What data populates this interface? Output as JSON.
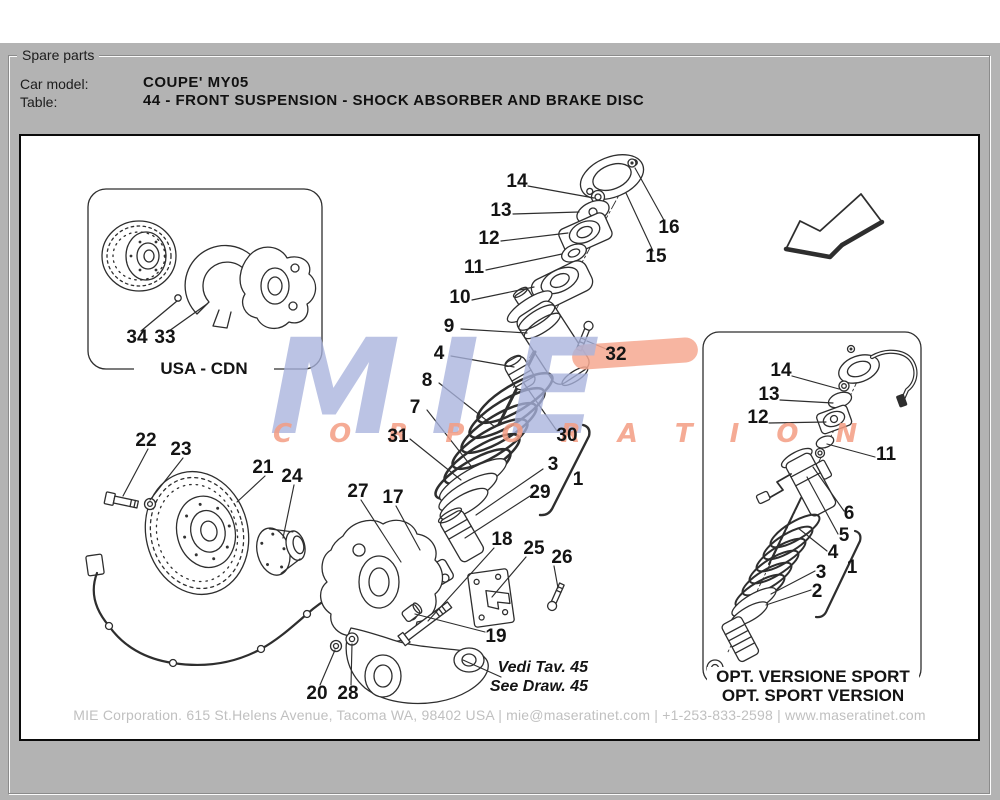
{
  "window": {
    "group_label": "Spare parts"
  },
  "header": {
    "car_model_label": "Car model:",
    "car_model_value": "COUPE' MY05",
    "table_label": "Table:",
    "table_value": "44 - FRONT SUSPENSION - SHOCK ABSORBER AND BRAKE DISC"
  },
  "diagram": {
    "usa_inset": {
      "caption": "USA - CDN"
    },
    "sport_inset": {
      "title_it": "OPT. VERSIONE SPORT",
      "title_en": "OPT. SPORT VERSION"
    },
    "reference": {
      "line1": "Vedi Tav. 45",
      "line2": "See Draw. 45"
    },
    "watermark": {
      "line1": "MIE",
      "line2": "C O R P O R A T I O N",
      "blue": "#a8b2dc",
      "salmon": "#f4a38c"
    },
    "callouts": {
      "m14": "14",
      "m13": "13",
      "m12": "12",
      "m11": "11",
      "m10": "10",
      "m9": "9",
      "m16": "16",
      "m15": "15",
      "m32": "32",
      "m4": "4",
      "m8": "8",
      "m7": "7",
      "m31": "31",
      "m30": "30",
      "m3": "3",
      "m29": "29",
      "m1": "1",
      "m22": "22",
      "m23": "23",
      "m21": "21",
      "m24": "24",
      "m27": "27",
      "m17": "17",
      "m18": "18",
      "m25": "25",
      "m26": "26",
      "m19": "19",
      "m20": "20",
      "m28": "28",
      "m34": "34",
      "m33": "33",
      "s14": "14",
      "s13": "13",
      "s12": "12",
      "s11": "11",
      "s6": "6",
      "s5": "5",
      "s4": "4",
      "s3": "3",
      "s2": "2",
      "s1": "1"
    }
  },
  "footer": {
    "text": "MIE Corporation. 615 St.Helens Avenue, Tacoma WA, 98402 USA   |   mie@maseratinet.com   |   +1-253-833-2598   |   www.maseratinet.com"
  }
}
